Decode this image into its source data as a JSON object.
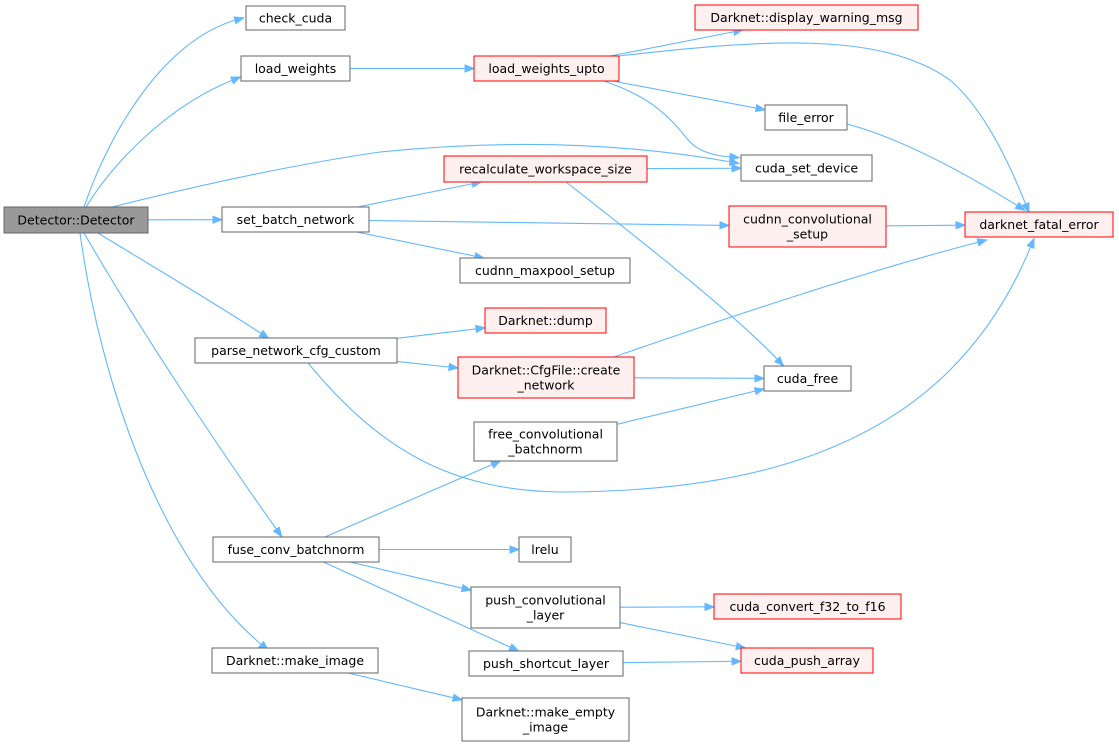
{
  "colors": {
    "edge": "#63b8ff",
    "root_fill": "#999999",
    "root_border": "#666666",
    "normal_fill": "#ffffff",
    "normal_border": "#666666",
    "truncated_fill": "#fff0f0",
    "truncated_border": "#ff0000"
  },
  "nodes": [
    {
      "id": "detector",
      "lines": [
        "Detector::Detector"
      ],
      "style": "root"
    },
    {
      "id": "check_cuda",
      "lines": [
        "check_cuda"
      ],
      "style": "normal"
    },
    {
      "id": "load_weights",
      "lines": [
        "load_weights"
      ],
      "style": "normal"
    },
    {
      "id": "load_weights_upto",
      "lines": [
        "load_weights_upto"
      ],
      "style": "truncated"
    },
    {
      "id": "display_warning_msg",
      "lines": [
        "Darknet::display_warning_msg"
      ],
      "style": "truncated"
    },
    {
      "id": "file_error",
      "lines": [
        "file_error"
      ],
      "style": "normal"
    },
    {
      "id": "cuda_set_device",
      "lines": [
        "cuda_set_device"
      ],
      "style": "normal"
    },
    {
      "id": "recalculate_workspace_size",
      "lines": [
        "recalculate_workspace_size"
      ],
      "style": "truncated"
    },
    {
      "id": "set_batch_network",
      "lines": [
        "set_batch_network"
      ],
      "style": "normal"
    },
    {
      "id": "cudnn_convolutional_setup",
      "lines": [
        "cudnn_convolutional",
        "_setup"
      ],
      "style": "truncated"
    },
    {
      "id": "darknet_fatal_error",
      "lines": [
        "darknet_fatal_error"
      ],
      "style": "truncated"
    },
    {
      "id": "cudnn_maxpool_setup",
      "lines": [
        "cudnn_maxpool_setup"
      ],
      "style": "normal"
    },
    {
      "id": "dump",
      "lines": [
        "Darknet::dump"
      ],
      "style": "truncated"
    },
    {
      "id": "parse_network_cfg_custom",
      "lines": [
        "parse_network_cfg_custom"
      ],
      "style": "normal"
    },
    {
      "id": "create_network",
      "lines": [
        "Darknet::CfgFile::create",
        "_network"
      ],
      "style": "truncated"
    },
    {
      "id": "cuda_free",
      "lines": [
        "cuda_free"
      ],
      "style": "normal"
    },
    {
      "id": "free_convolutional_batchnorm",
      "lines": [
        "free_convolutional",
        "_batchnorm"
      ],
      "style": "normal"
    },
    {
      "id": "fuse_conv_batchnorm",
      "lines": [
        "fuse_conv_batchnorm"
      ],
      "style": "normal"
    },
    {
      "id": "lrelu",
      "lines": [
        "lrelu"
      ],
      "style": "normal"
    },
    {
      "id": "push_convolutional_layer",
      "lines": [
        "push_convolutional",
        "_layer"
      ],
      "style": "normal"
    },
    {
      "id": "cuda_convert_f32_to_f16",
      "lines": [
        "cuda_convert_f32_to_f16"
      ],
      "style": "truncated"
    },
    {
      "id": "push_shortcut_layer",
      "lines": [
        "push_shortcut_layer"
      ],
      "style": "normal"
    },
    {
      "id": "cuda_push_array",
      "lines": [
        "cuda_push_array"
      ],
      "style": "truncated"
    },
    {
      "id": "make_image",
      "lines": [
        "Darknet::make_image"
      ],
      "style": "normal"
    },
    {
      "id": "make_empty_image",
      "lines": [
        "Darknet::make_empty",
        "_image"
      ],
      "style": "normal"
    }
  ],
  "edges": [
    [
      "detector",
      "check_cuda"
    ],
    [
      "detector",
      "load_weights"
    ],
    [
      "detector",
      "cuda_set_device"
    ],
    [
      "detector",
      "set_batch_network"
    ],
    [
      "detector",
      "parse_network_cfg_custom"
    ],
    [
      "detector",
      "fuse_conv_batchnorm"
    ],
    [
      "detector",
      "make_image"
    ],
    [
      "load_weights",
      "load_weights_upto"
    ],
    [
      "load_weights_upto",
      "display_warning_msg"
    ],
    [
      "load_weights_upto",
      "darknet_fatal_error"
    ],
    [
      "load_weights_upto",
      "file_error"
    ],
    [
      "load_weights_upto",
      "cuda_set_device"
    ],
    [
      "file_error",
      "darknet_fatal_error"
    ],
    [
      "set_batch_network",
      "recalculate_workspace_size"
    ],
    [
      "set_batch_network",
      "cudnn_convolutional_setup"
    ],
    [
      "set_batch_network",
      "cudnn_maxpool_setup"
    ],
    [
      "recalculate_workspace_size",
      "cuda_set_device"
    ],
    [
      "recalculate_workspace_size",
      "cuda_free"
    ],
    [
      "cudnn_convolutional_setup",
      "darknet_fatal_error"
    ],
    [
      "parse_network_cfg_custom",
      "dump"
    ],
    [
      "parse_network_cfg_custom",
      "create_network"
    ],
    [
      "parse_network_cfg_custom",
      "darknet_fatal_error"
    ],
    [
      "create_network",
      "darknet_fatal_error"
    ],
    [
      "create_network",
      "cuda_free"
    ],
    [
      "free_convolutional_batchnorm",
      "cuda_free"
    ],
    [
      "fuse_conv_batchnorm",
      "free_convolutional_batchnorm"
    ],
    [
      "fuse_conv_batchnorm",
      "lrelu"
    ],
    [
      "fuse_conv_batchnorm",
      "push_convolutional_layer"
    ],
    [
      "fuse_conv_batchnorm",
      "push_shortcut_layer"
    ],
    [
      "push_convolutional_layer",
      "cuda_convert_f32_to_f16"
    ],
    [
      "push_convolutional_layer",
      "cuda_push_array"
    ],
    [
      "push_shortcut_layer",
      "cuda_push_array"
    ],
    [
      "make_image",
      "make_empty_image"
    ]
  ]
}
